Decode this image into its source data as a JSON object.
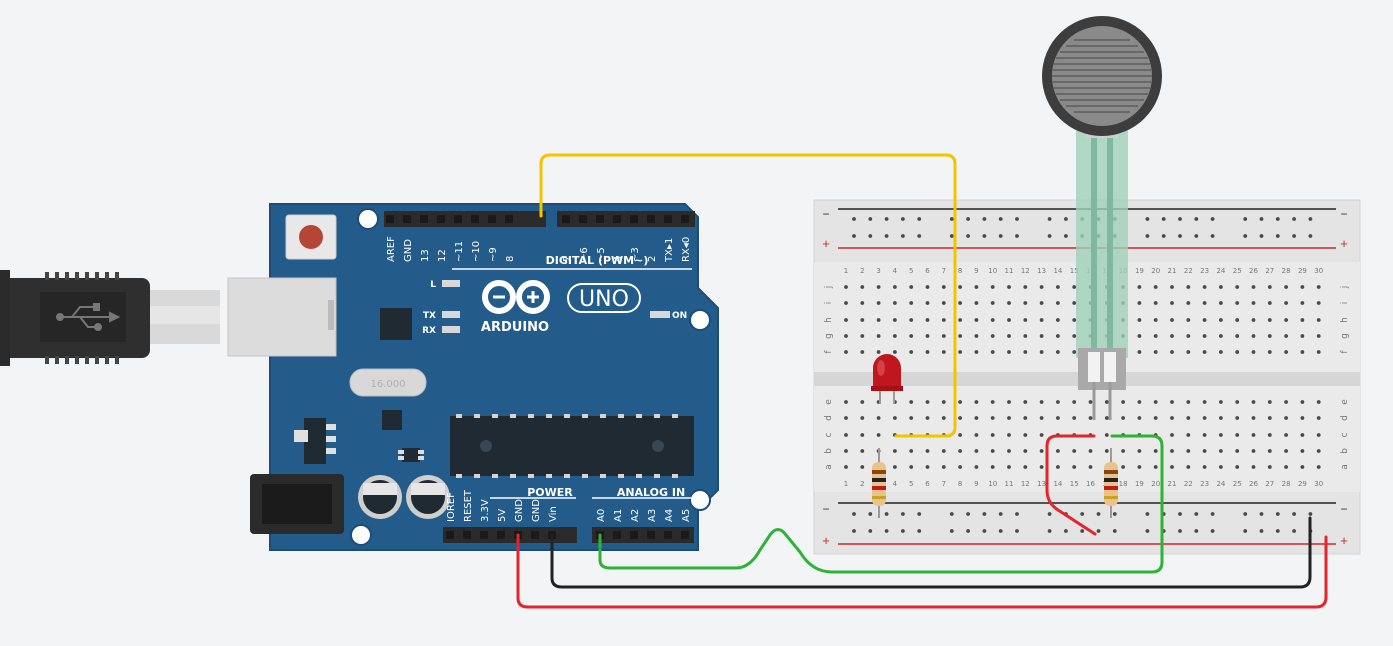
{
  "arduino": {
    "brand": "ARDUINO",
    "model": "UNO",
    "digital_header": "DIGITAL (PWM~)",
    "power_header": "POWER",
    "analog_header": "ANALOG IN",
    "led_l": "L",
    "led_tx": "TX",
    "led_rx": "RX",
    "led_on": "ON",
    "crystal": "16.000",
    "digital_pins_left": [
      "AREF",
      "GND",
      "13",
      "12",
      "~11",
      "~10",
      "~9",
      "8"
    ],
    "digital_pins_right": [
      "7",
      "~6",
      "~5",
      "4",
      "~3",
      "2",
      "TX▸1",
      "RX◂0"
    ],
    "power_pins": [
      "IOREF",
      "RESET",
      "3.3V",
      "5V",
      "GND",
      "GND",
      "Vin"
    ],
    "analog_pins": [
      "A0",
      "A1",
      "A2",
      "A3",
      "A4",
      "A5"
    ]
  },
  "breadboard": {
    "columns": [
      "1",
      "2",
      "3",
      "4",
      "5",
      "6",
      "7",
      "8",
      "9",
      "10",
      "11",
      "12",
      "13",
      "14",
      "15",
      "16",
      "17",
      "18",
      "19",
      "20",
      "21",
      "22",
      "23",
      "24",
      "25",
      "26",
      "27",
      "28",
      "29",
      "30"
    ],
    "rows_top": [
      "j",
      "i",
      "h",
      "g",
      "f"
    ],
    "rows_bottom": [
      "e",
      "d",
      "c",
      "b",
      "a"
    ],
    "rail_minus": "−",
    "rail_plus": "+"
  },
  "components": [
    "USB cable",
    "Arduino Uno",
    "Breadboard",
    "Red LED",
    "Force sensor",
    "Resistor",
    "Resistor"
  ],
  "wires": [
    {
      "name": "wire-pin8-to-led",
      "color": "#f4c400"
    },
    {
      "name": "wire-a0-to-sensor",
      "color": "#2fb238"
    },
    {
      "name": "wire-5v-to-rail",
      "color": "#e3262a"
    },
    {
      "name": "wire-gnd-to-rail",
      "color": "#222222"
    },
    {
      "name": "wire-rail-to-sensor",
      "color": "#e3262a"
    }
  ]
}
